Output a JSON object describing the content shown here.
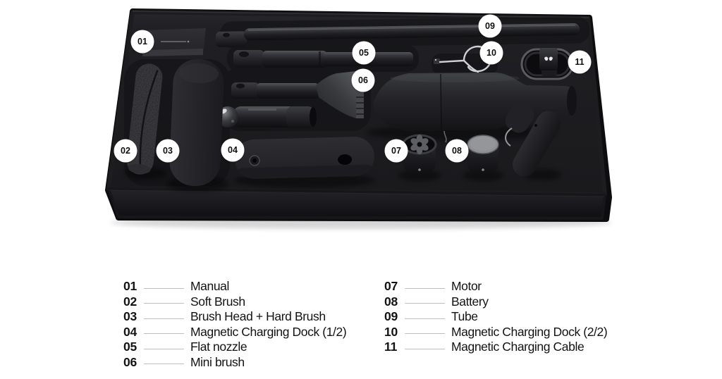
{
  "product": {
    "description": "Black foam case tray containing portable vacuum cleaner parts with numbered callouts",
    "badges": [
      {
        "label": "01",
        "part": "Manual"
      },
      {
        "label": "02",
        "part": "Soft Brush"
      },
      {
        "label": "03",
        "part": "Brush Head + Hard Brush"
      },
      {
        "label": "04",
        "part": "Magnetic Charging Dock (1/2)"
      },
      {
        "label": "05",
        "part": "Flat nozzle"
      },
      {
        "label": "06",
        "part": "Mini brush"
      },
      {
        "label": "07",
        "part": "Motor"
      },
      {
        "label": "08",
        "part": "Battery"
      },
      {
        "label": "09",
        "part": "Tube"
      },
      {
        "label": "10",
        "part": "Magnetic Charging Dock (2/2)"
      },
      {
        "label": "11",
        "part": "Magnetic Charging Cable"
      }
    ]
  },
  "legend": {
    "columns": [
      {
        "items": [
          {
            "num": "01",
            "label": "Manual"
          },
          {
            "num": "02",
            "label": "Soft Brush"
          },
          {
            "num": "03",
            "label": "Brush Head + Hard Brush"
          },
          {
            "num": "04",
            "label": "Magnetic Charging Dock (1/2)"
          },
          {
            "num": "05",
            "label": "Flat nozzle"
          },
          {
            "num": "06",
            "label": "Mini brush"
          }
        ]
      },
      {
        "items": [
          {
            "num": "07",
            "label": "Motor"
          },
          {
            "num": "08",
            "label": "Battery"
          },
          {
            "num": "09",
            "label": "Tube"
          },
          {
            "num": "10",
            "label": "Magnetic Charging Dock (2/2)"
          },
          {
            "num": "11",
            "label": "Magnetic Charging Cable"
          }
        ]
      }
    ]
  },
  "colors": {
    "background": "#ffffff",
    "tray_top": "#1e1f22",
    "tray_front": "#18181b",
    "badge_fill": "#ffffff",
    "badge_text": "#111111",
    "legend_text": "#131313",
    "leader_line": "#bfbfc1"
  }
}
